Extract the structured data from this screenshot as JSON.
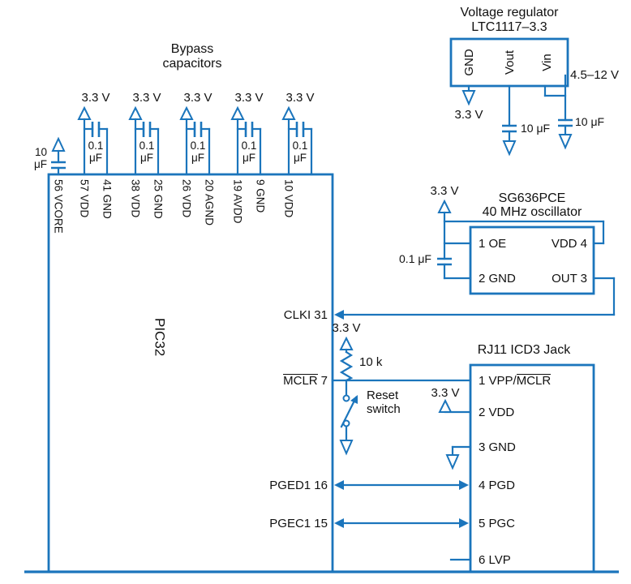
{
  "colors": {
    "wire_blue": "#1b75bc",
    "text_black": "#111111",
    "background": "#ffffff"
  },
  "bypass": {
    "title_line1": "Bypass",
    "title_line2": "capacitors",
    "supply_label": "3.3 V",
    "cap_value_line1": "0.1",
    "cap_value_line2": "μF",
    "vcore_cap_line1": "10",
    "vcore_cap_line2": "μF",
    "pins": [
      "56 VCORE",
      "57 VDD",
      "41 GND",
      "38 VDD",
      "25 GND",
      "26 VDD",
      "20 AGND",
      "19 AVDD",
      "9 GND",
      "10 VDD"
    ]
  },
  "pic32": {
    "name": "PIC32",
    "clki": "CLKI 31",
    "mclr_name": "MCLR",
    "mclr_pin": "7",
    "pged": "PGED1 16",
    "pgec": "PGEC1 15"
  },
  "regulator": {
    "title_line1": "Voltage regulator",
    "title_line2": "LTC1117–3.3",
    "pin_gnd": "GND",
    "pin_vout": "Vout",
    "pin_vin": "Vin",
    "output_label": "3.3 V",
    "input_label": "4.5–12 V",
    "cap_out": "10 μF",
    "cap_in": "10 μF"
  },
  "oscillator": {
    "title_line1": "SG636PCE",
    "title_line2": "40 MHz oscillator",
    "supply_label": "3.3 V",
    "cap_value": "0.1 μF",
    "pin_oe": "1 OE",
    "pin_vdd": "VDD 4",
    "pin_gnd": "2 GND",
    "pin_out": "OUT 3"
  },
  "mclr_circuit": {
    "supply_label": "3.3 V",
    "resistor_value": "10 k",
    "switch_line1": "Reset",
    "switch_line2": "switch"
  },
  "jack": {
    "title": "RJ11 ICD3 Jack",
    "pin1_prefix": "1 VPP/",
    "pin1_overline": "MCLR",
    "pin2": "2 VDD",
    "pin3": "3 GND",
    "pin4": "4 PGD",
    "pin5": "5 PGC",
    "pin6": "6 LVP",
    "supply_label": "3.3 V"
  }
}
